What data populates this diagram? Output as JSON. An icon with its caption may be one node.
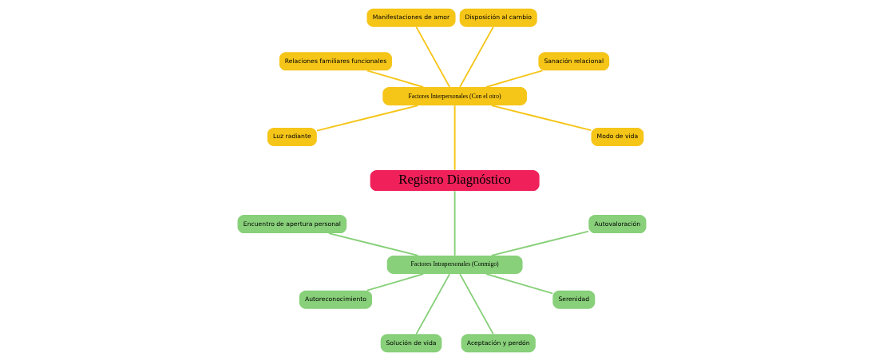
{
  "diagram": {
    "nodes": [
      {
        "text": [
          "Registro Diagnóstico"
        ]
      },
      {
        "text": [
          "Factores Interpersonales (Con el otro)"
        ]
      },
      {
        "text": [
          "Modo de vida"
        ]
      },
      {
        "text": [
          "Sanación relacional"
        ]
      },
      {
        "text": [
          "Disposición al cambio"
        ]
      },
      {
        "text": [
          "Manifestaciones de amor"
        ]
      },
      {
        "text": [
          "Relaciones familiares funcionales"
        ]
      },
      {
        "text": [
          "Luz radiante"
        ]
      },
      {
        "text": [
          "Factores Intrapersonales (Conmigo)"
        ]
      },
      {
        "text": [
          "Encuentro de apertura personal"
        ]
      },
      {
        "text": [
          "Autoreconocimiento"
        ]
      },
      {
        "text": [
          "Solución de vida"
        ]
      },
      {
        "text": [
          "Aceptación y perdón"
        ]
      },
      {
        "text": [
          "Serenidad"
        ]
      },
      {
        "text": [
          "Autovaloración"
        ]
      }
    ],
    "edges": [
      {
        "from": 0,
        "to": 1,
        "arrow": "none",
        "color": "#f5c518"
      },
      {
        "from": 1,
        "to": 2,
        "arrow": "none",
        "color": "#f5c518"
      },
      {
        "from": 1,
        "to": 3,
        "arrow": "none",
        "color": "#f5c518"
      },
      {
        "from": 1,
        "to": 4,
        "arrow": "none",
        "color": "#f5c518"
      },
      {
        "from": 1,
        "to": 5,
        "arrow": "none",
        "color": "#f5c518"
      },
      {
        "from": 1,
        "to": 6,
        "arrow": "none",
        "color": "#f5c518"
      },
      {
        "from": 1,
        "to": 7,
        "arrow": "none",
        "color": "#f5c518"
      },
      {
        "from": 0,
        "to": 8,
        "arrow": "none",
        "color": "#88d07a"
      },
      {
        "from": 8,
        "to": 9,
        "arrow": "none",
        "color": "#88d07a"
      },
      {
        "from": 8,
        "to": 10,
        "arrow": "none",
        "color": "#88d07a"
      },
      {
        "from": 8,
        "to": 11,
        "arrow": "none",
        "color": "#88d07a"
      },
      {
        "from": 8,
        "to": 12,
        "arrow": "none",
        "color": "#88d07a"
      },
      {
        "from": 8,
        "to": 13,
        "arrow": "none",
        "color": "#88d07a"
      },
      {
        "from": 8,
        "to": 14,
        "arrow": "none",
        "color": "#88d07a"
      }
    ]
  }
}
